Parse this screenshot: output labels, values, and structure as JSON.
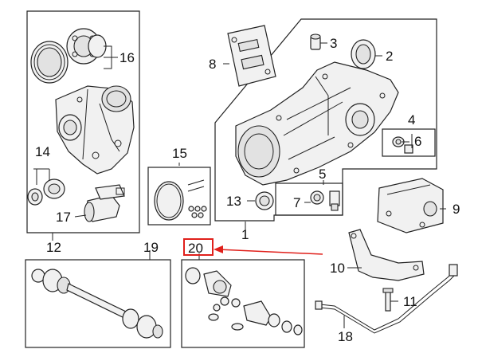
{
  "callouts": {
    "c1": "1",
    "c2": "2",
    "c3": "3",
    "c4": "4",
    "c5": "5",
    "c6": "6",
    "c7": "7",
    "c8": "8",
    "c9": "9",
    "c10": "10",
    "c11": "11",
    "c12": "12",
    "c13": "13",
    "c14": "14",
    "c15": "15",
    "c16": "16",
    "c17": "17",
    "c18": "18",
    "c19": "19",
    "c20": "20"
  },
  "highlight": {
    "label": "20",
    "color": "#e0201b"
  }
}
